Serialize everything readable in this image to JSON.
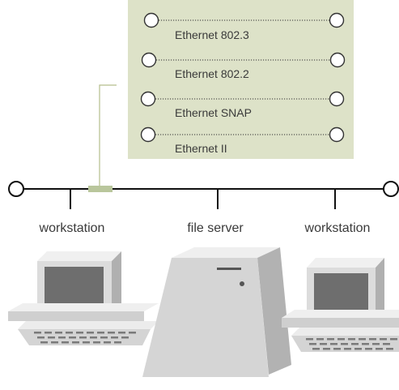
{
  "frame_types_panel": {
    "background_color": "#dde2c8",
    "frame_types": [
      {
        "label": "Ethernet 802.3"
      },
      {
        "label": "Ethernet 802.2"
      },
      {
        "label": "Ethernet SNAP"
      },
      {
        "label": "Ethernet II"
      }
    ]
  },
  "network": {
    "nodes": [
      {
        "label": "workstation",
        "icon": "workstation-icon"
      },
      {
        "label": "file server",
        "icon": "file-server-icon"
      },
      {
        "label": "workstation",
        "icon": "workstation-icon"
      }
    ]
  },
  "colors": {
    "bus_line": "#111111",
    "connector": "#b9c69c",
    "leader_line": "#b5be8c",
    "device_light": "#e6e6e6",
    "device_mid": "#cdcdcd",
    "device_dark": "#a5a5a5",
    "screen": "#6e6e6e"
  }
}
